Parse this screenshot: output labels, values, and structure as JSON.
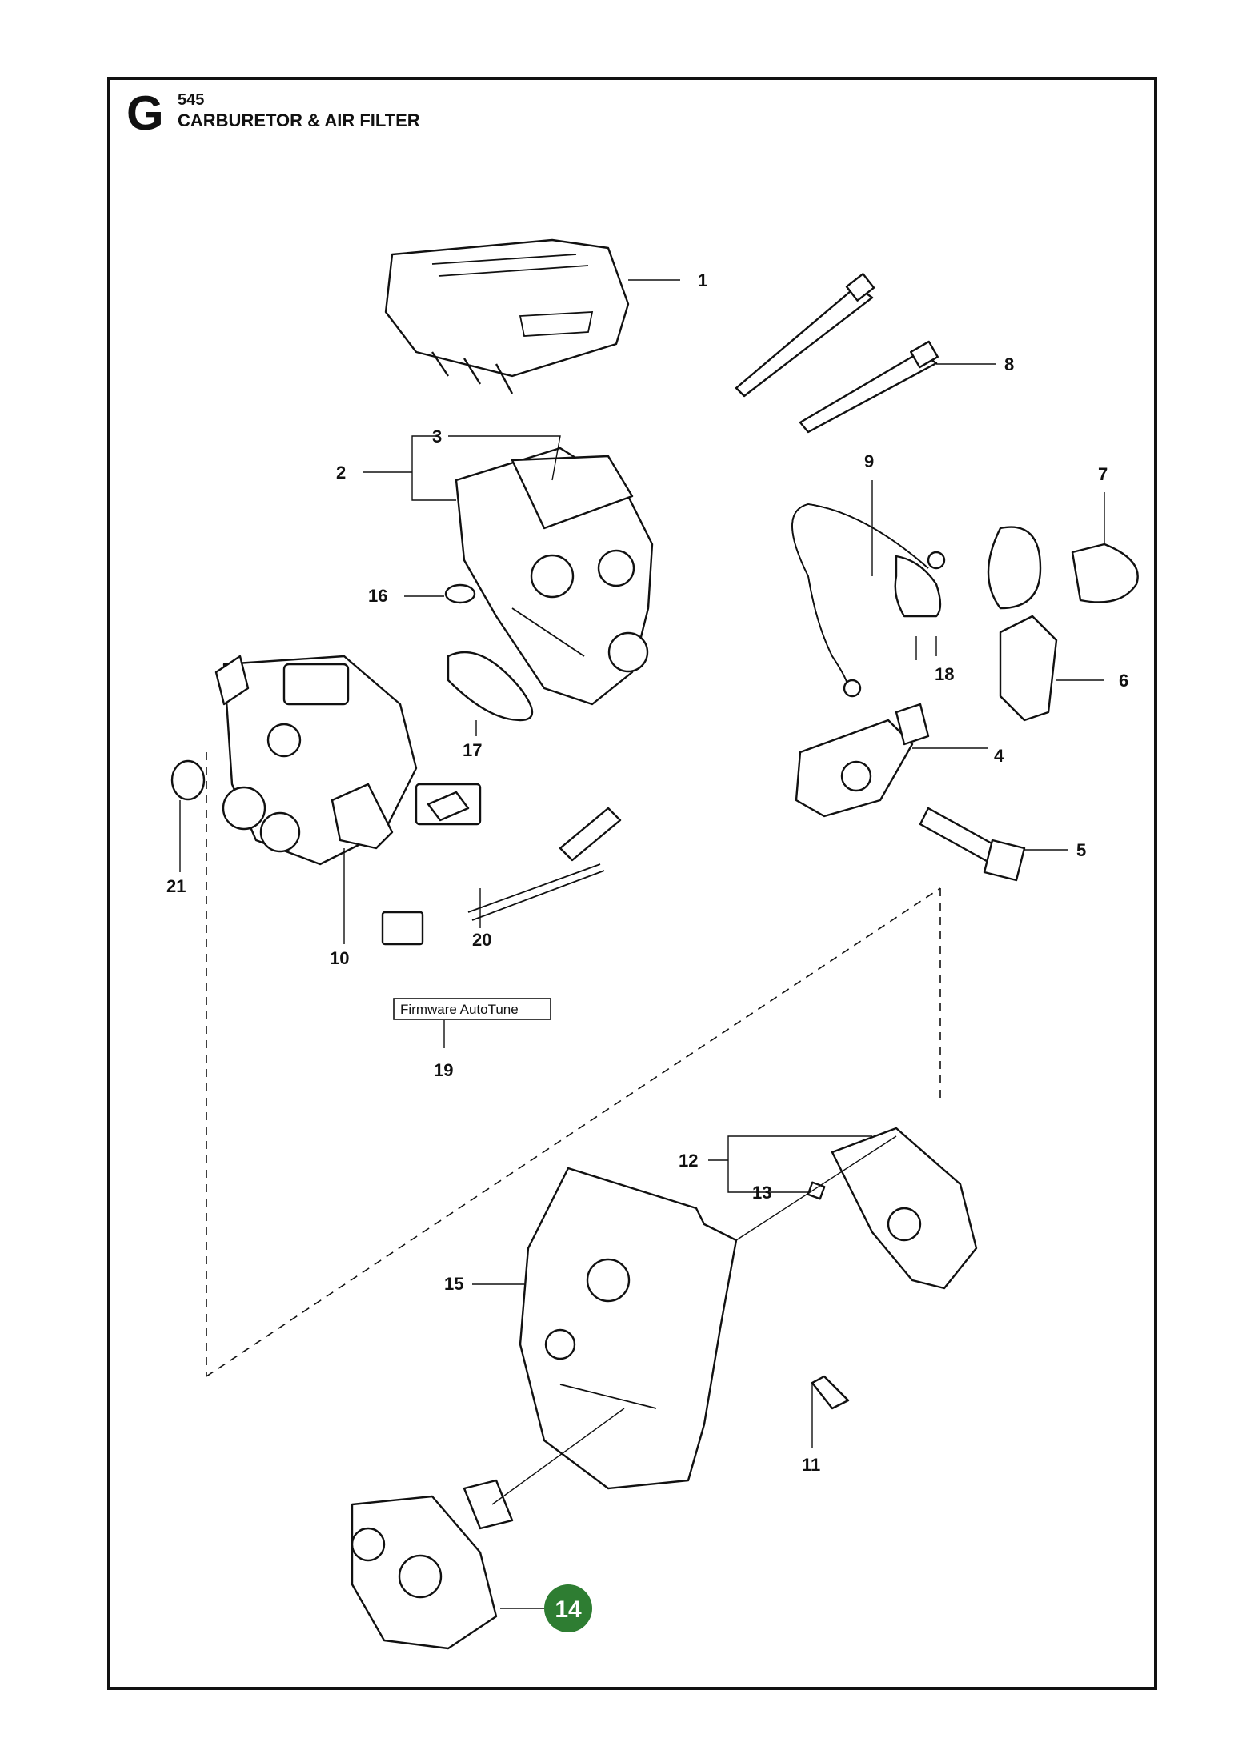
{
  "header": {
    "section_letter": "G",
    "model": "545",
    "title": "CARBURETOR & AIR FILTER"
  },
  "note_box": {
    "text": "Firmware AutoTune"
  },
  "highlight": {
    "label": "14",
    "color": "#2e7d32"
  },
  "callouts": [
    "1",
    "2",
    "3",
    "4",
    "5",
    "6",
    "7",
    "8",
    "9",
    "10",
    "11",
    "12",
    "13",
    "15",
    "16",
    "17",
    "18",
    "19",
    "20",
    "21"
  ]
}
